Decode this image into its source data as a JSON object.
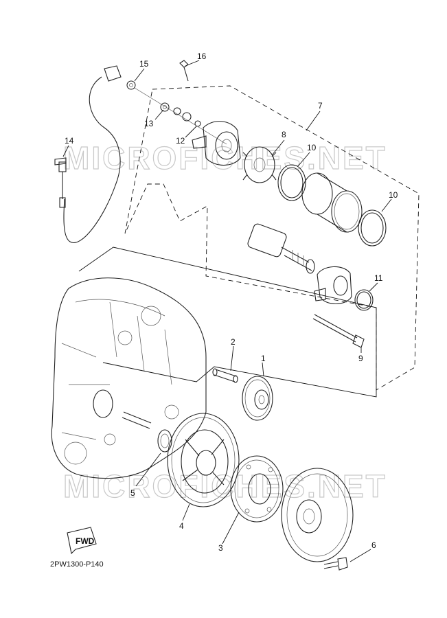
{
  "diagram": {
    "watermark": "MICROFICHES.NET",
    "code": "2PW1300-P140",
    "fwd": "FWD",
    "callouts": [
      {
        "id": "1",
        "label": "1"
      },
      {
        "id": "2",
        "label": "2"
      },
      {
        "id": "3",
        "label": "3"
      },
      {
        "id": "4",
        "label": "4"
      },
      {
        "id": "5",
        "label": "5"
      },
      {
        "id": "6",
        "label": "6"
      },
      {
        "id": "7",
        "label": "7"
      },
      {
        "id": "8",
        "label": "8"
      },
      {
        "id": "9",
        "label": "9"
      },
      {
        "id": "10a",
        "label": "10"
      },
      {
        "id": "10b",
        "label": "10"
      },
      {
        "id": "11",
        "label": "11"
      },
      {
        "id": "12",
        "label": "12"
      },
      {
        "id": "13",
        "label": "13"
      },
      {
        "id": "14",
        "label": "14"
      },
      {
        "id": "15",
        "label": "15"
      },
      {
        "id": "16",
        "label": "16"
      }
    ]
  }
}
